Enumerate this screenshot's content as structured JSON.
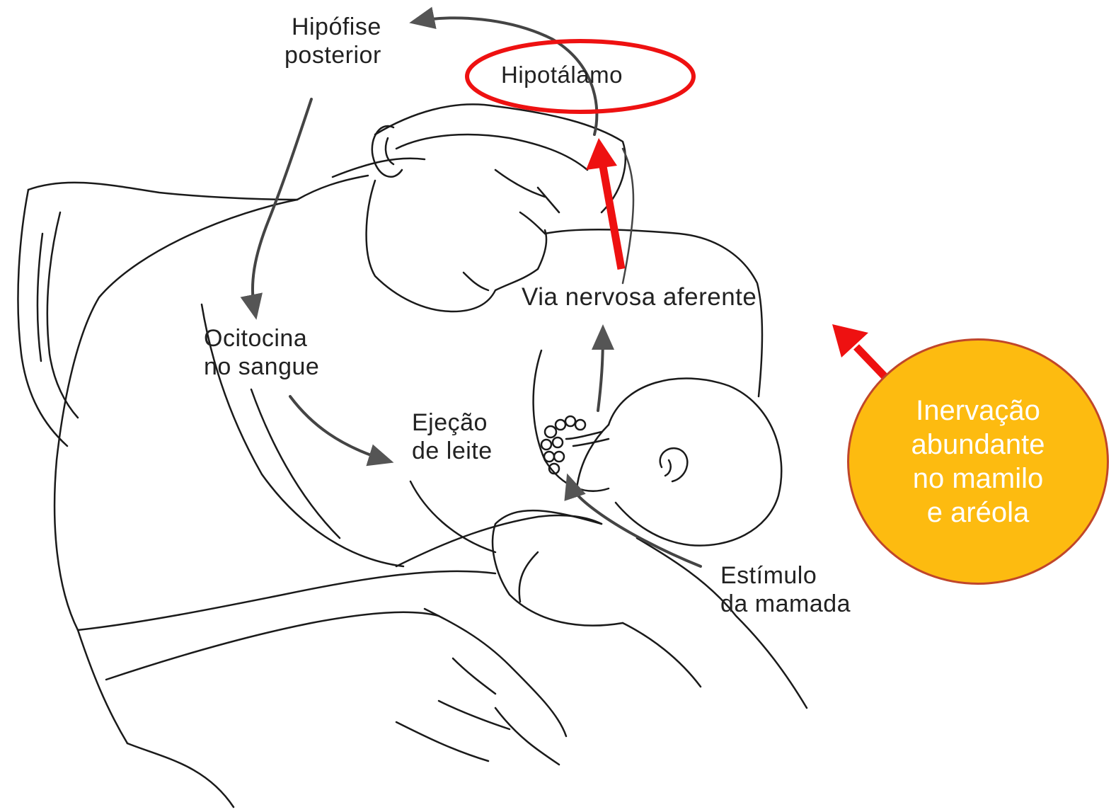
{
  "labels": {
    "hipofise_line1": "Hipófise",
    "hipofise_line2": "posterior",
    "hipotalamo": "Hipotálamo",
    "via_nervosa": "Via nervosa aferente",
    "ocitocina_line1": "Ocitocina",
    "ocitocina_line2": "no sangue",
    "ejecao_line1": "Ejeção",
    "ejecao_line2": "de leite",
    "estimulo_line1": "Estímulo",
    "estimulo_line2": "da mamada"
  },
  "callout": {
    "line1": "Inervação",
    "line2": "abundante",
    "line3": "no mamilo",
    "line4": "e aréola"
  },
  "colors": {
    "highlight_red": "#ee1111",
    "callout_fill": "#fdbb10",
    "callout_border": "#c0462a",
    "callout_text": "#ffffff",
    "sketch_line": "#1a1a1a",
    "sketch_arrow": "#555555"
  }
}
